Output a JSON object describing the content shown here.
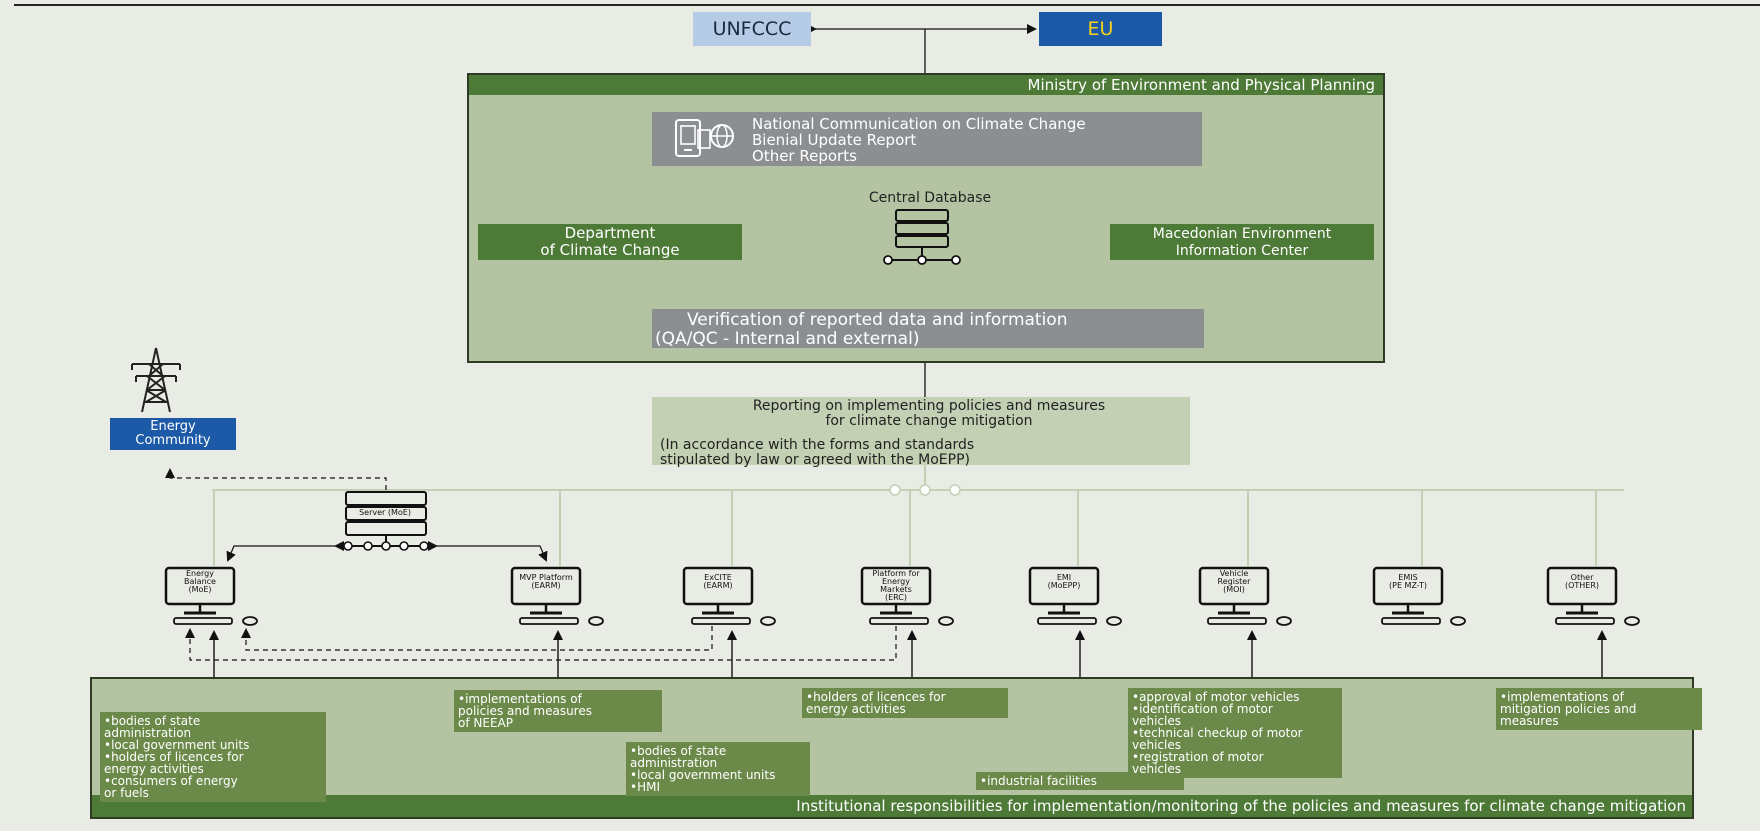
{
  "top": {
    "unfccc": "UNFCCC",
    "eu": "EU"
  },
  "ministry": {
    "title": "Ministry of Environment and Physical Planning",
    "reports": [
      "National Communication on Climate Change",
      "Bienial Update Report",
      "Other Reports"
    ],
    "central_db": "Central Database",
    "department": [
      "Department",
      "of Climate Change"
    ],
    "meic": [
      "Macedonian Environment",
      "Information Center"
    ],
    "verification": [
      "Verification of reported data and information",
      "(QA/QC - Internal and external)"
    ]
  },
  "policy_reporting": {
    "line1": "Reporting on implementing policies and measures",
    "line2": "for climate change mitigation",
    "line3": "(In accordance with the forms and standards",
    "line4": "stipulated by law or agreed with the MoEPP)"
  },
  "energy_community": [
    "Energy",
    "Community"
  ],
  "server_label": "Server (MoE)",
  "systems": [
    {
      "label": [
        "Energy",
        "Balance",
        "(MoE)"
      ]
    },
    {
      "label": [
        "MVP Platform",
        "(EARM)"
      ]
    },
    {
      "label": [
        "ExCITE",
        "(EARM)"
      ]
    },
    {
      "label": [
        "Platform for",
        "Energy Markets",
        "(ERC)"
      ]
    },
    {
      "label": [
        "EMI",
        "(MoEPP)"
      ]
    },
    {
      "label": [
        "Vehicle",
        "Register",
        "(MOI)"
      ]
    },
    {
      "label": [
        "EMIS",
        "(PE MZ-T)"
      ]
    },
    {
      "label": [
        "Other",
        "(OTHER)"
      ]
    }
  ],
  "institutions": {
    "title": "Institutional responsibilities for implementation/monitoring of the policies and measures for climate change mitigation",
    "boxes": [
      {
        "items": [
          "•bodies of state",
          "  administration",
          "•local government units",
          "•holders of licences for",
          "  energy activities",
          "•consumers of energy",
          "  or fuels"
        ]
      },
      {
        "items": [
          "•implementations of",
          "  policies and measures",
          "  of NEEAP"
        ]
      },
      {
        "items": [
          "•bodies of state",
          "  administration",
          "•local government units",
          "•HMI"
        ]
      },
      {
        "items": [
          "•holders of licences for",
          "  energy activities"
        ]
      },
      {
        "items": [
          "•industrial facilities"
        ]
      },
      {
        "items": [
          "•approval of motor vehicles",
          "•identification of motor",
          "  vehicles",
          "•technical checkup of motor",
          "  vehicles",
          "•registration of motor",
          "  vehicles"
        ]
      },
      {
        "items": [
          "•implementations of",
          "  mitigation policies and",
          "  measures"
        ]
      }
    ]
  }
}
